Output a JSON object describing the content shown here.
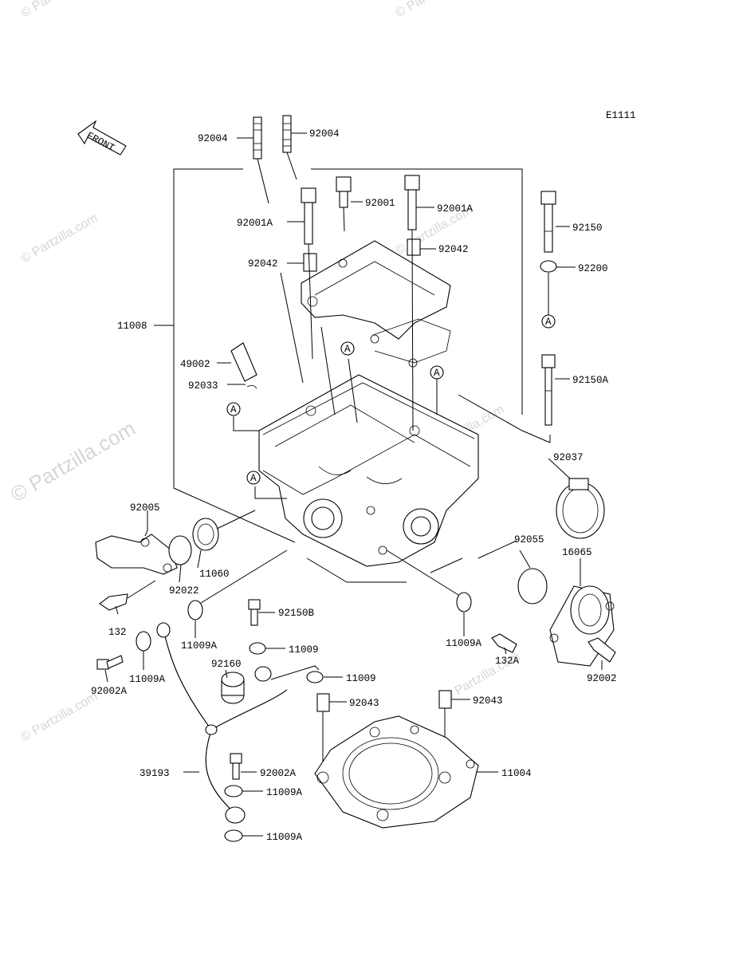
{
  "diagram": {
    "code": "E1111",
    "front_label": "FRONT",
    "callout_marker": "A",
    "watermark": "© Partzilla.com"
  },
  "labels": [
    "92004",
    "92004",
    "92001A",
    "92001",
    "92001A",
    "92150",
    "92042",
    "92042",
    "92200",
    "11008",
    "49002",
    "92033",
    "92150A",
    "92037",
    "92005",
    "11060",
    "92022",
    "92055",
    "16065",
    "132",
    "11009A",
    "92150B",
    "11009A",
    "132A",
    "92002",
    "11009",
    "92160",
    "11009",
    "92002A",
    "11009A",
    "92043",
    "92043",
    "39193",
    "92002A",
    "11004",
    "11009A",
    "11009A"
  ]
}
